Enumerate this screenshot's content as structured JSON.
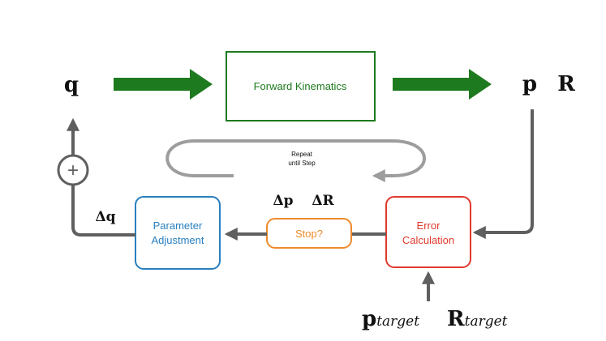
{
  "nodes": {
    "forward_kinematics": "Forward Kinematics",
    "parameter_adjustment": [
      "Parameter",
      "Adjustment"
    ],
    "stop": "Stop?",
    "error_calculation": [
      "Error",
      "Calculation"
    ]
  },
  "loop_label": [
    "Repeat",
    "until Step"
  ],
  "symbols": {
    "q": "q",
    "p": "p",
    "R": "R",
    "delta_q": "Δq",
    "delta_p": "Δp",
    "delta_R": "ΔR",
    "p_target_base": "p",
    "p_target_sub": "target",
    "R_target_base": "R",
    "R_target_sub": "target",
    "plus": "+"
  },
  "colors": {
    "green": "#1e7a1e",
    "blue": "#2a7fc0",
    "orange": "#ee8a2a",
    "red": "#e0392d",
    "gray": "#5f5f5f",
    "light_gray": "#9d9d9d"
  }
}
